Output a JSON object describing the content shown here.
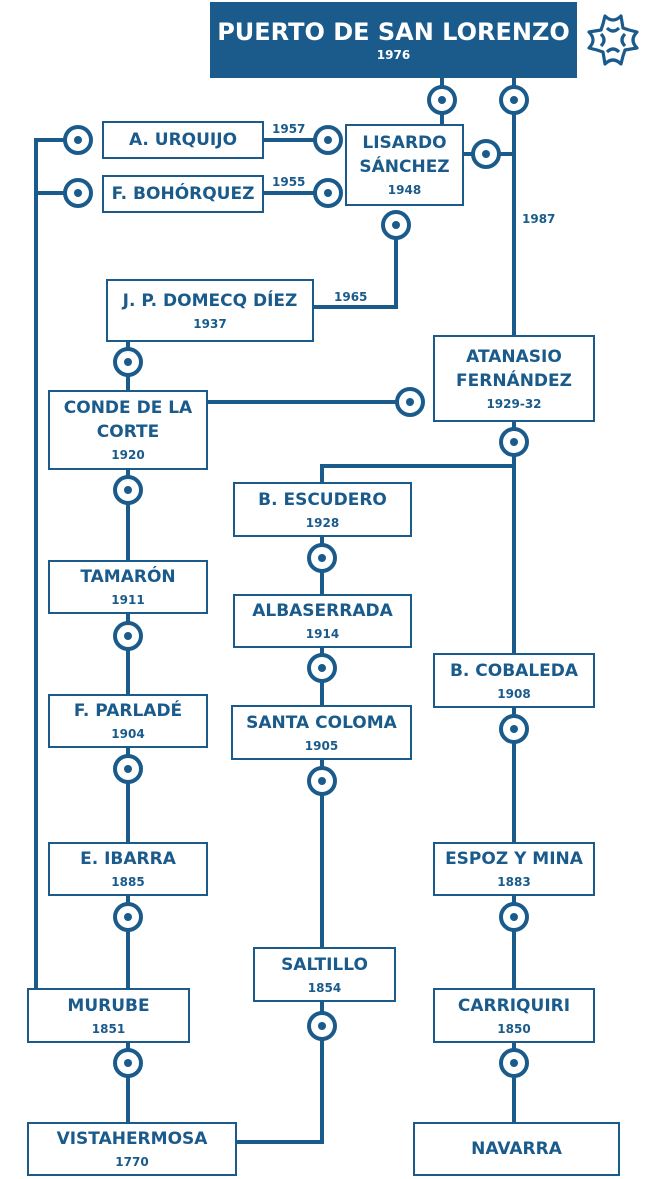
{
  "title": {
    "name": "PUERTO DE SAN LORENZO",
    "year": "1976"
  },
  "brand_color": "#1a5b8c",
  "logo_icon": "cross-emblem-icon",
  "nodes": {
    "urquijo": {
      "name": "A. URQUIJO",
      "year": ""
    },
    "bohorquez": {
      "name": "F. BOHÓRQUEZ",
      "year": ""
    },
    "lisardo": {
      "name": "LISARDO\nSÁNCHEZ",
      "year": "1948"
    },
    "domecq": {
      "name": "J. P. DOMECQ DÍEZ",
      "year": "1937"
    },
    "atanasio": {
      "name": "ATANASIO\nFERNÁNDEZ",
      "year": "1929-32"
    },
    "conde": {
      "name": "CONDE DE LA\nCORTE",
      "year": "1920"
    },
    "escudero": {
      "name": "B. ESCUDERO",
      "year": "1928"
    },
    "tamaron": {
      "name": "TAMARÓN",
      "year": "1911"
    },
    "albaserrada": {
      "name": "ALBASERRADA",
      "year": "1914"
    },
    "parlade": {
      "name": "F. PARLADÉ",
      "year": "1904"
    },
    "coloma": {
      "name": "SANTA COLOMA",
      "year": "1905"
    },
    "cobaleda": {
      "name": "B. COBALEDA",
      "year": "1908"
    },
    "ibarra": {
      "name": "E. IBARRA",
      "year": "1885"
    },
    "espoz": {
      "name": "ESPOZ Y MINA",
      "year": "1883"
    },
    "saltillo": {
      "name": "SALTILLO",
      "year": "1854"
    },
    "murube": {
      "name": "MURUBE",
      "year": "1851"
    },
    "carriquiri": {
      "name": "CARRIQUIRI",
      "year": "1850"
    },
    "vistahermosa": {
      "name": "VISTAHERMOSA",
      "year": "1770"
    },
    "navarra": {
      "name": "NAVARRA",
      "year": ""
    }
  },
  "link_years": {
    "urquijo_lisardo": "1957",
    "bohorquez_lisardo": "1955",
    "atanasio_top": "1987",
    "domecq_lisardo": "1965"
  }
}
